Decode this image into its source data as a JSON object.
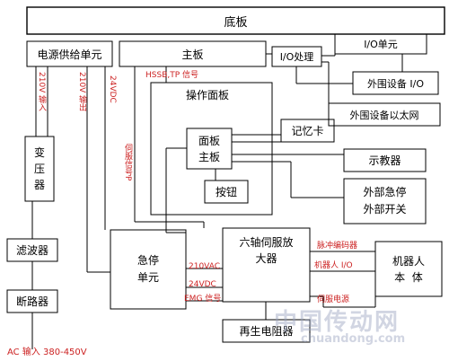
{
  "colors": {
    "line": "#000000",
    "label": "#cc2222",
    "watermark": "#9aa4c0"
  },
  "blocks": {
    "baseboard": "底板",
    "power_unit": "电源供给单元",
    "main_board": "主板",
    "io_processing": "I/O处理",
    "io_unit": "I/O单元",
    "peripheral_io": "外围设备 I/O",
    "peripheral_ethernet": "外围设备以太网",
    "operation_panel": "操作面板",
    "panel_main_board": "面板\n主板",
    "memory_card": "记忆卡",
    "buttons": "按钮",
    "teach_pendant": "示教器",
    "external_estop": "外部急停\n外部开关",
    "transformer": "变\n压\n器",
    "filter": "滤波器",
    "breaker": "断路器",
    "estop_unit": "急停\n单元",
    "servo_amp": "六轴伺服放\n大器",
    "regen_resistor": "再生电阻器",
    "robot_body": "机器人\n本  体"
  },
  "signals": {
    "v210_input": "210V 输入",
    "v210_output": "210V 输出",
    "v24dc_left": "24VDC",
    "hssb_tp": "HSSB,TP 信号",
    "servo_signal": "伺服信号P",
    "v210vac": "210VAC",
    "v24vdc": "24VDC",
    "emg_signal": "EMG 信号",
    "pulse_encoder": "脉冲编码器",
    "robot_io": "机器人 I/O",
    "servo_power": "伺服电源",
    "ac_input": "AC 输入 380-450V"
  },
  "watermark": {
    "main": "中国传动网",
    "sub": "chuandong.com"
  }
}
